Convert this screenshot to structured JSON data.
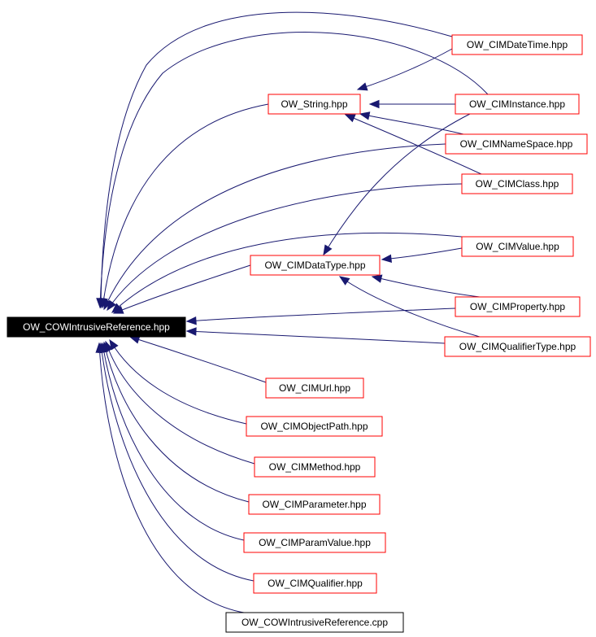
{
  "graph": {
    "colors": {
      "edge": "#191970",
      "node_border": "#ff0000",
      "root_fill": "#000000",
      "root_text": "#ffffff"
    },
    "nodes": {
      "root": "OW_COWIntrusiveReference.hpp",
      "string_hpp": "OW_String.hpp",
      "cimdatatype_hpp": "OW_CIMDataType.hpp",
      "cimdatetime_hpp": "OW_CIMDateTime.hpp",
      "ciminstance_hpp": "OW_CIMInstance.hpp",
      "cimnamespace_hpp": "OW_CIMNameSpace.hpp",
      "cimclass_hpp": "OW_CIMClass.hpp",
      "cimvalue_hpp": "OW_CIMValue.hpp",
      "cimproperty_hpp": "OW_CIMProperty.hpp",
      "cimqualifiertype_hpp": "OW_CIMQualifierType.hpp",
      "cimurl_hpp": "OW_CIMUrl.hpp",
      "cimobjectpath_hpp": "OW_CIMObjectPath.hpp",
      "cimmethod_hpp": "OW_CIMMethod.hpp",
      "cimparameter_hpp": "OW_CIMParameter.hpp",
      "cimparamvalue_hpp": "OW_CIMParamValue.hpp",
      "cimqualifier_hpp": "OW_CIMQualifier.hpp",
      "cowintrusivereference_cpp": "OW_COWIntrusiveReference.cpp"
    },
    "edges": [
      [
        "cimdatetime_hpp",
        "root"
      ],
      [
        "ciminstance_hpp",
        "root"
      ],
      [
        "string_hpp",
        "root"
      ],
      [
        "cimnamespace_hpp",
        "root"
      ],
      [
        "cimclass_hpp",
        "root"
      ],
      [
        "cimvalue_hpp",
        "root"
      ],
      [
        "cimdatatype_hpp",
        "root"
      ],
      [
        "cimproperty_hpp",
        "root"
      ],
      [
        "cimqualifiertype_hpp",
        "root"
      ],
      [
        "cimurl_hpp",
        "root"
      ],
      [
        "cimobjectpath_hpp",
        "root"
      ],
      [
        "cimmethod_hpp",
        "root"
      ],
      [
        "cimparameter_hpp",
        "root"
      ],
      [
        "cimparamvalue_hpp",
        "root"
      ],
      [
        "cimqualifier_hpp",
        "root"
      ],
      [
        "cowintrusivereference_cpp",
        "root"
      ],
      [
        "cimdatetime_hpp",
        "string_hpp"
      ],
      [
        "ciminstance_hpp",
        "string_hpp"
      ],
      [
        "cimnamespace_hpp",
        "string_hpp"
      ],
      [
        "cimclass_hpp",
        "string_hpp"
      ],
      [
        "ciminstance_hpp",
        "cimdatatype_hpp"
      ],
      [
        "cimvalue_hpp",
        "cimdatatype_hpp"
      ],
      [
        "cimproperty_hpp",
        "cimdatatype_hpp"
      ],
      [
        "cimqualifiertype_hpp",
        "cimdatatype_hpp"
      ]
    ]
  }
}
